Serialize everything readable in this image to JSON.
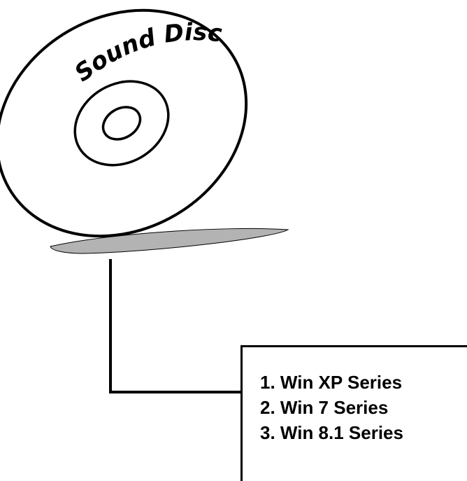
{
  "disc": {
    "label": "Sound Disc"
  },
  "os_list": {
    "items": [
      "1. Win XP Series",
      "2. Win 7 Series",
      "3. Win 8.1 Series"
    ]
  },
  "colors": {
    "ink": "#000000",
    "background": "#ffffff",
    "disc_shadow": "#b3b3b3"
  },
  "icons": {
    "disc": "cd-disc-icon"
  }
}
